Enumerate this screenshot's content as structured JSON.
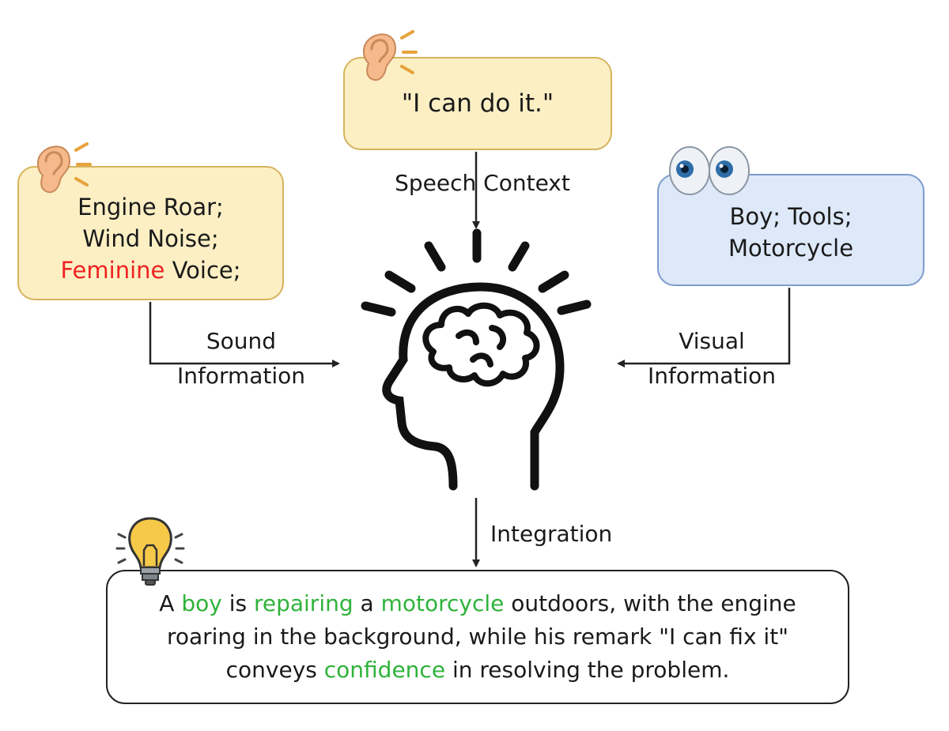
{
  "speech_box": {
    "text": "\"I can do it.\""
  },
  "sound_box": {
    "line1": "Engine Roar;",
    "line2": "Wind Noise;",
    "line3_highlight": "Feminine",
    "line3_rest": " Voice;"
  },
  "visual_box": {
    "line1": "Boy; Tools;",
    "line2": "Motorcycle"
  },
  "labels": {
    "speech": "Speech Context",
    "sound_1": "Sound",
    "sound_2": "Information",
    "visual_1": "Visual",
    "visual_2": "Information",
    "integration": "Integration"
  },
  "result": {
    "p1": "A ",
    "g1": "boy",
    "p2": " is ",
    "g2": "repairing",
    "p3": " a ",
    "g3": "motorcycle",
    "p4": " outdoors, with the engine roaring in the background, while his remark \"I can fix it\" conveys ",
    "g4": "confidence",
    "p5": " in resolving the problem."
  },
  "colors": {
    "speech_fill": "#fcefc4",
    "visual_fill": "#dde8f8",
    "highlight_red": "#ee2222",
    "highlight_green": "#2fb33b"
  },
  "icons": [
    "ear-icon",
    "eyes-icon",
    "brain-head-icon",
    "lightbulb-icon"
  ]
}
